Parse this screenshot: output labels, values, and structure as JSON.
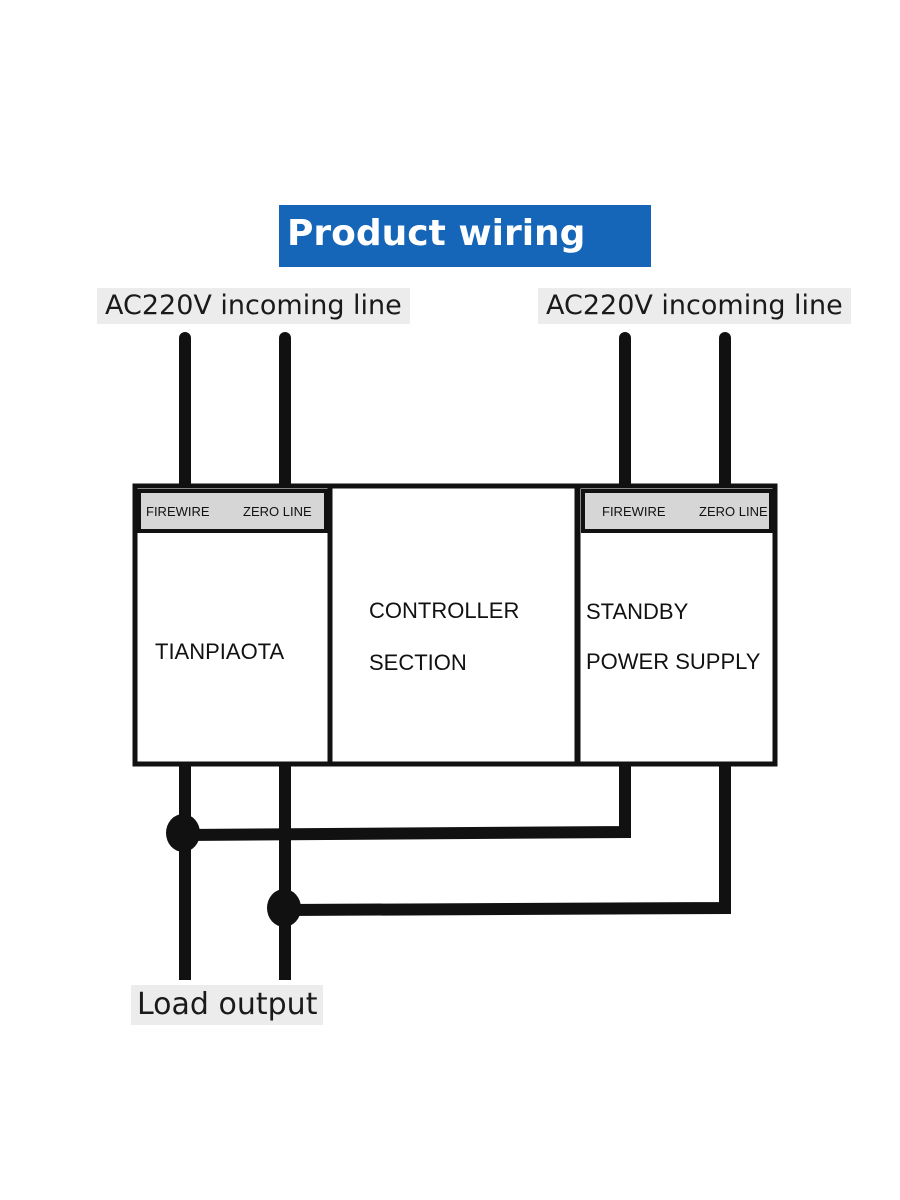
{
  "title": "Product wiring",
  "colors": {
    "banner": "#1565b8",
    "wire": "#111111",
    "terminal_strip": "#d6d6d6",
    "label_bg": "#ececec"
  },
  "input_labels": {
    "left": "AC220V incoming line",
    "right": "AC220V incoming line"
  },
  "modules": {
    "left": {
      "name": "TIANPIAOTA",
      "terminals": [
        "FIREWIRE",
        "ZERO LINE"
      ]
    },
    "center": {
      "line1": "CONTROLLER",
      "line2": "SECTION"
    },
    "right": {
      "line1": "STANDBY",
      "line2": "POWER SUPPLY",
      "terminals": [
        "FIREWIRE",
        "ZERO LINE"
      ]
    }
  },
  "output_label": "Load output"
}
